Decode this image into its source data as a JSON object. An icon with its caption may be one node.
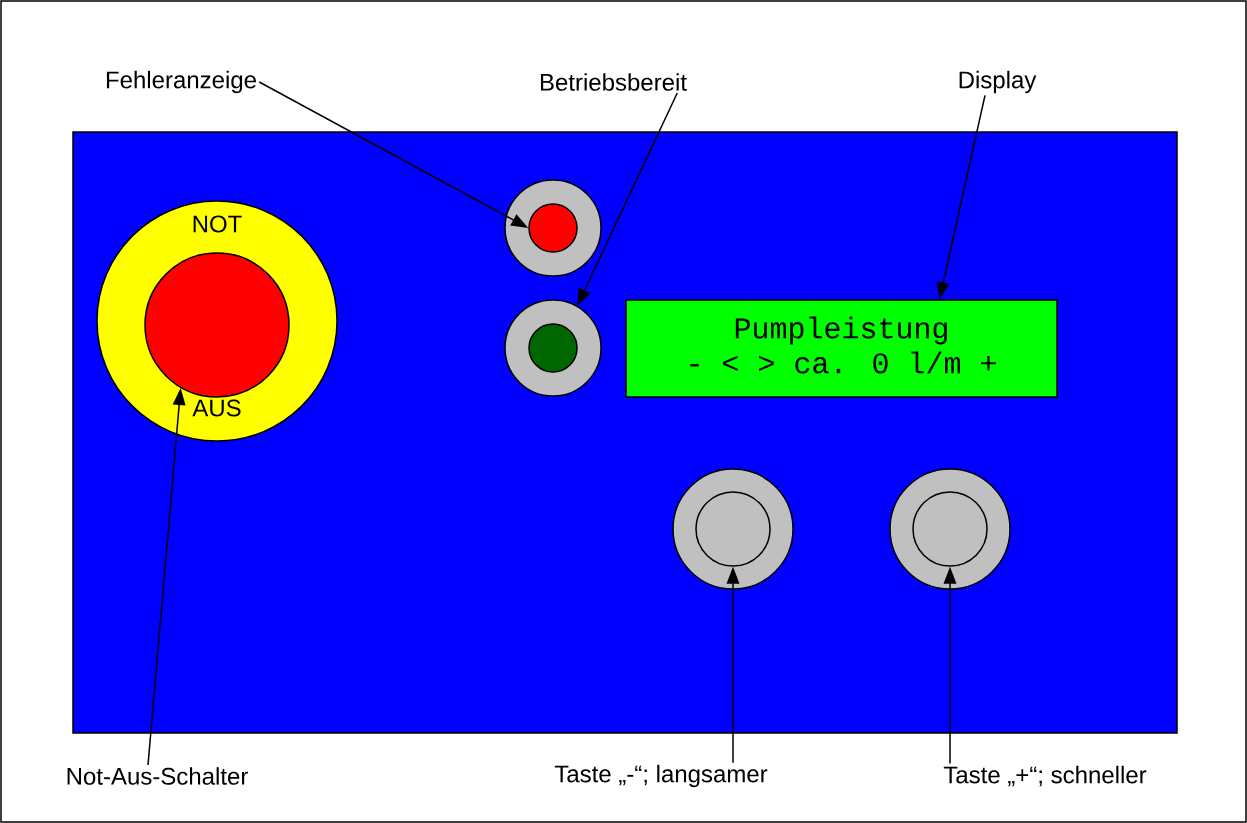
{
  "diagram": {
    "nodes": [
      {
        "text": [],
        "shape": "box"
      },
      {
        "text": [
          "NOT",
          "AUS"
        ],
        "in": 0
      },
      {
        "text": [],
        "shape": "circle",
        "in": 1
      },
      {
        "text": [],
        "shape": "circle",
        "in": 0
      },
      {
        "text": [],
        "shape": "circle",
        "in": 3
      },
      {
        "text": [],
        "shape": "circle",
        "in": 0
      },
      {
        "text": [],
        "shape": "circle",
        "in": 5
      },
      {
        "text": [
          "Pumpleistung",
          "- < > ca. 0 l/m +"
        ],
        "in": 0
      },
      {
        "text": [],
        "shape": "circle",
        "in": 0
      },
      {
        "text": [],
        "shape": "circle",
        "in": 8
      },
      {
        "text": [],
        "shape": "circle",
        "in": 0
      },
      {
        "text": [],
        "shape": "circle",
        "in": 10
      },
      {
        "text": [
          "Fehleranzeige"
        ]
      },
      {
        "text": [
          "Betriebsbereit"
        ]
      },
      {
        "text": [
          "Display"
        ]
      },
      {
        "text": [
          "Not-Aus-Schalter"
        ]
      },
      {
        "text": [
          "Taste „-“; langsamer"
        ]
      },
      {
        "text": [
          "Taste „+“; schneller"
        ]
      }
    ],
    "edges": [
      {
        "from": 12,
        "to": 4,
        "arrow": "to"
      },
      {
        "from": 13,
        "to": 5,
        "arrow": "to"
      },
      {
        "from": 14,
        "to": 7,
        "arrow": "to"
      },
      {
        "from": 15,
        "to": 2,
        "arrow": "to"
      },
      {
        "from": 16,
        "to": 9,
        "arrow": "to"
      },
      {
        "from": 17,
        "to": 11,
        "arrow": "to"
      }
    ]
  }
}
